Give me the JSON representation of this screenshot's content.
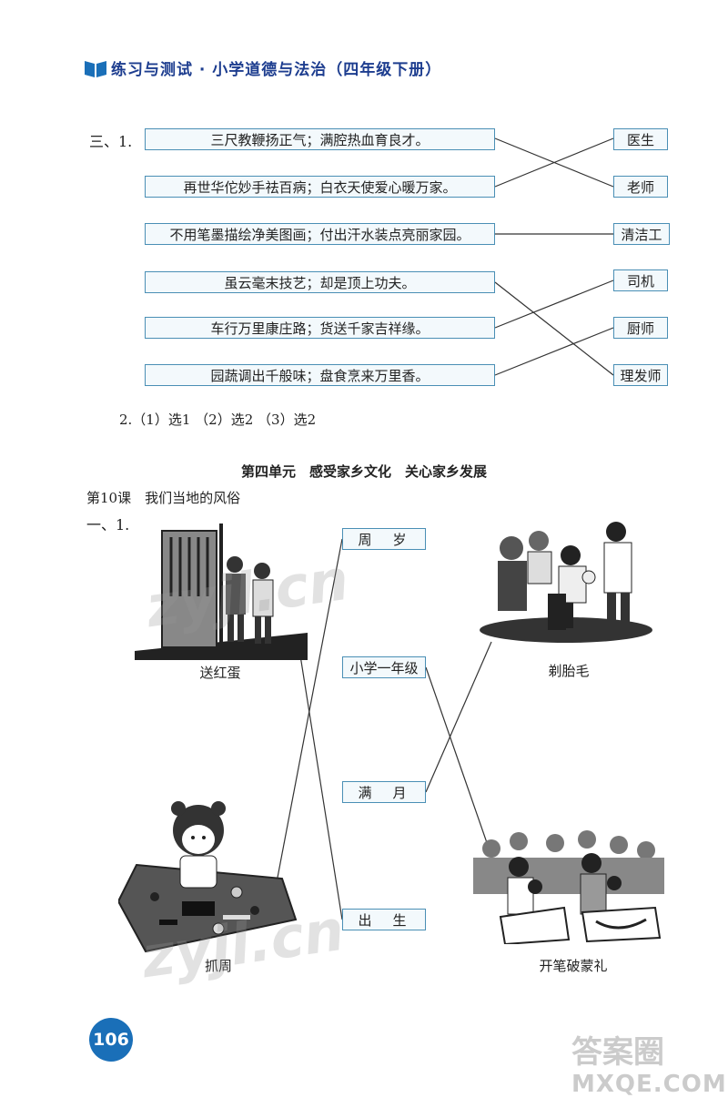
{
  "header": {
    "title": "练习与测试 · 小学道德与法治（四年级下册）"
  },
  "section3": {
    "label": "三、1.",
    "left_items": [
      "三尺教鞭扬正气；满腔热血育良才。",
      "再世华佗妙手祛百病；白衣天使爱心暖万家。",
      "不用笔墨描绘净美图画；付出汗水装点亮丽家园。",
      "虽云毫末技艺；却是顶上功夫。",
      "车行万里康庄路；货送千家吉祥缘。",
      "园蔬调出千般味；盘食烹来万里香。"
    ],
    "right_items": [
      "医生",
      "老师",
      "清洁工",
      "司机",
      "厨师",
      "理发师"
    ],
    "answer2": "2.（1）选1 （2）选2 （3）选2"
  },
  "unit": {
    "title": "第四单元　感受家乡文化　关心家乡发展"
  },
  "lesson": {
    "title": "第10课　我们当地的风俗"
  },
  "section1": {
    "label": "一、1.",
    "middle_items": [
      "周　岁",
      "小学一年级",
      "满　月",
      "出　生"
    ],
    "captions": {
      "top_left": "送红蛋",
      "top_right": "剃胎毛",
      "bottom_left": "抓周",
      "bottom_right": "开笔破蒙礼"
    }
  },
  "footer": {
    "page_number": "106",
    "logo_text": "答案圈",
    "site_text": "MXQE.COM"
  },
  "watermarks": [
    "zyjl.cn",
    "zyjl.cn"
  ],
  "colors": {
    "header": "#1d3d8f",
    "box_border": "#4a8fb5",
    "page_badge": "#1a6fb8"
  }
}
